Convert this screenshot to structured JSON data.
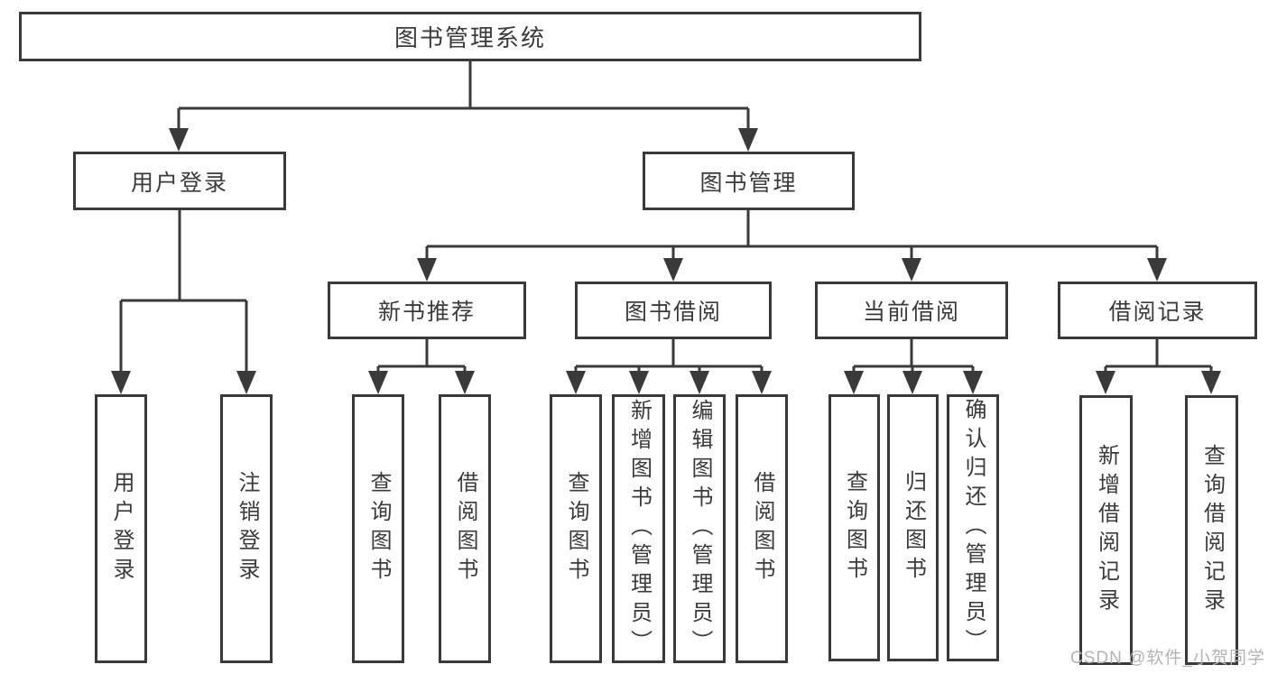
{
  "tree": {
    "label": "图书管理系统",
    "children": [
      {
        "label": "用户登录",
        "children": [
          {
            "label": "用户登录"
          },
          {
            "label": "注销登录"
          }
        ]
      },
      {
        "label": "图书管理",
        "children": [
          {
            "label": "新书推荐",
            "children": [
              {
                "label": "查询图书"
              },
              {
                "label": "借阅图书"
              }
            ]
          },
          {
            "label": "图书借阅",
            "children": [
              {
                "label": "查询图书"
              },
              {
                "label": "新增图书（管理员）"
              },
              {
                "label": "编辑图书（管理员）"
              },
              {
                "label": "借阅图书"
              }
            ]
          },
          {
            "label": "当前借阅",
            "children": [
              {
                "label": "查询图书"
              },
              {
                "label": "归还图书"
              },
              {
                "label": "确认归还（管理员）"
              }
            ]
          },
          {
            "label": "借阅记录",
            "children": [
              {
                "label": "新增借阅记录"
              },
              {
                "label": "查询借阅记录"
              }
            ]
          }
        ]
      }
    ]
  },
  "watermark": "CSDN @软件_小贺同学",
  "colors": {
    "line": "#3a3a3a",
    "box_border": "#3a3a3a",
    "text": "#3b3b3b",
    "watermark": "#b3b3b3",
    "background": "#ffffff"
  }
}
